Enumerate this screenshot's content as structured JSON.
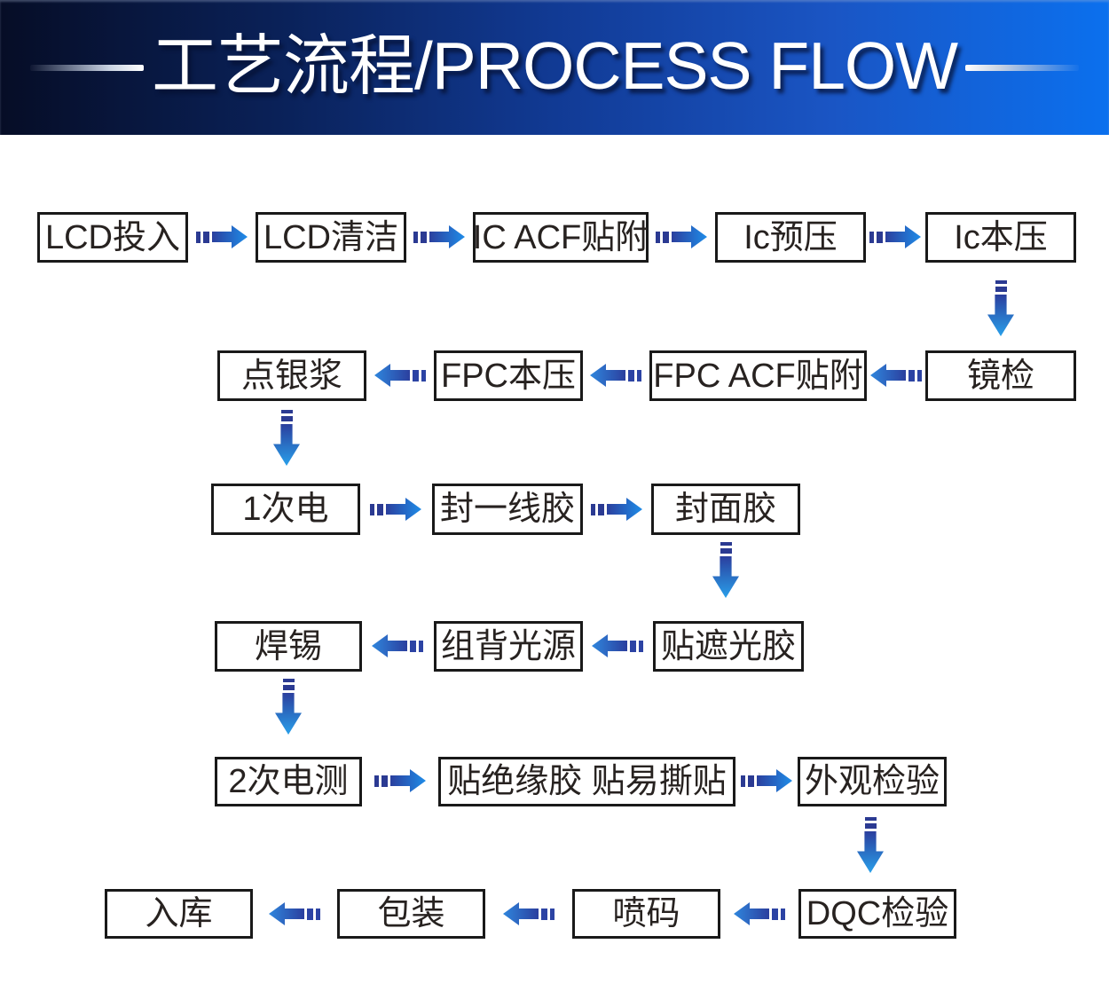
{
  "header": {
    "title": "工艺流程/PROCESS FLOW"
  },
  "colors": {
    "banner_gradient_left": "#060d26",
    "banner_gradient_mid": "#113a94",
    "banner_gradient_right": "#0b70ee",
    "title_color": "#ffffff",
    "arrow_dash": "#2b3a92",
    "arrow_dark_blue": "#2b3f9e",
    "arrow_bright_blue": "#1f8ce8",
    "arrow_vertical_tip": "#29a0ea",
    "box_border": "#191919",
    "box_text": "#272220",
    "background": "#ffffff"
  },
  "nodes": [
    {
      "id": "lcd-input",
      "label": "LCD投入"
    },
    {
      "id": "lcd-clean",
      "label": "LCD清洁"
    },
    {
      "id": "ic-acf-attach",
      "label": "IC ACF贴附"
    },
    {
      "id": "ic-prepress",
      "label": "Ic预压"
    },
    {
      "id": "ic-main-press",
      "label": "Ic本压"
    },
    {
      "id": "microscope-inspection",
      "label": "镜检"
    },
    {
      "id": "fpc-acf-attach",
      "label": "FPC ACF贴附"
    },
    {
      "id": "fpc-main-press",
      "label": "FPC本压"
    },
    {
      "id": "dispense-silver-paste",
      "label": "点银浆"
    },
    {
      "id": "first-electrical-test",
      "label": "1次电"
    },
    {
      "id": "seal-line-glue",
      "label": "封一线胶"
    },
    {
      "id": "seal-face-glue",
      "label": "封面胶"
    },
    {
      "id": "attach-shading-tape",
      "label": "贴遮光胶"
    },
    {
      "id": "assemble-backlight",
      "label": "组背光源"
    },
    {
      "id": "soldering",
      "label": "焊锡"
    },
    {
      "id": "second-electrical-test",
      "label": "2次电测"
    },
    {
      "id": "insulation-easy-tear",
      "label": "贴绝缘胶 贴易撕贴"
    },
    {
      "id": "appearance-inspection",
      "label": "外观检验"
    },
    {
      "id": "dqc-inspection",
      "label": "DQC检验"
    },
    {
      "id": "inkjet-coding",
      "label": "喷码"
    },
    {
      "id": "packing",
      "label": "包装"
    },
    {
      "id": "warehousing",
      "label": "入库"
    }
  ]
}
